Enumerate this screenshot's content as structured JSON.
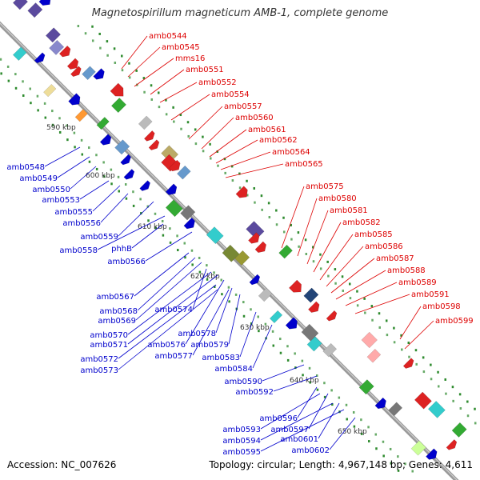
{
  "title": "Magnetospirillum magneticum AMB-1, complete genome",
  "accession_label": "Accession: NC_007626",
  "topology_label": "Topology: circular; Length: 4,967,148 bp; Genes: 4,611",
  "colors": {
    "upper_labels": "#dd0000",
    "lower_labels": "#0000cc",
    "backbone": "#999999",
    "tick": "#339933"
  },
  "kbp_marks": [
    "590 kbp",
    "600 kbp",
    "610 kbp",
    "620 kbp",
    "630 kbp",
    "640 kbp",
    "650 kbp"
  ],
  "upper_labels": [
    "amb0544",
    "amb0545",
    "mms16",
    "amb0551",
    "amb0552",
    "amb0554",
    "amb0557",
    "amb0560",
    "amb0561",
    "amb0562",
    "amb0564",
    "amb0565",
    "amb0575",
    "amb0580",
    "amb0581",
    "amb0582",
    "amb0585",
    "amb0586",
    "amb0587",
    "amb0588",
    "amb0589",
    "amb0591",
    "amb0598",
    "amb0599"
  ],
  "lower_labels": [
    "amb0548",
    "amb0549",
    "amb0550",
    "amb0553",
    "amb0555",
    "amb0556",
    "amb0559",
    "amb0558",
    "phhB",
    "amb0566",
    "amb0567",
    "amb0568",
    "amb0569",
    "amb0574",
    "amb0570",
    "amb0571",
    "amb0578",
    "amb0576",
    "amb0579",
    "amb0572",
    "amb0577",
    "amb0573",
    "amb0583",
    "amb0584",
    "amb0590",
    "amb0592",
    "amb0596",
    "amb0593",
    "amb0597",
    "amb0594",
    "amb0601",
    "amb0595",
    "amb0602"
  ]
}
